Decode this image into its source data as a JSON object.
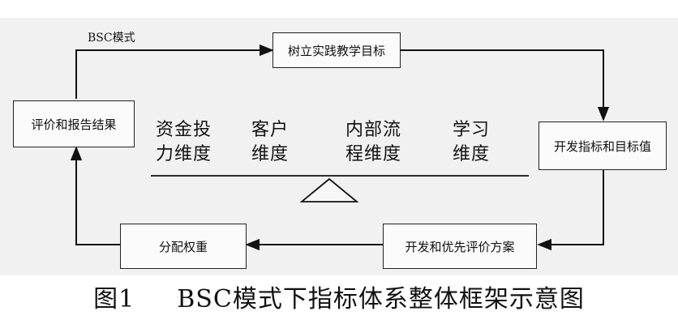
{
  "diagram": {
    "edge_label": "BSC模式",
    "nodes": {
      "goal": "树立实践教学目标",
      "indicators": "开发指标和目标值",
      "plan": "开发和优先评价方案",
      "weights": "分配权重",
      "report": "评价和报告结果"
    },
    "dimensions": [
      {
        "line1": "资金投",
        "line2": "力维度"
      },
      {
        "line1": "客户",
        "line2": "维度"
      },
      {
        "line1": "内部流",
        "line2": "程维度"
      },
      {
        "line1": "学习",
        "line2": "维度"
      }
    ]
  },
  "caption": {
    "number": "图1",
    "title": "BSC模式下指标体系整体框架示意图"
  }
}
